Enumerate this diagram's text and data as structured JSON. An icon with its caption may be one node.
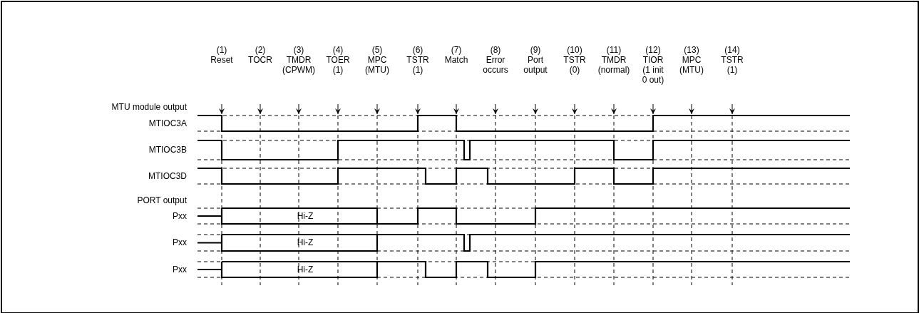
{
  "diagram": {
    "labels": [
      "(1)",
      "Reset",
      "(2)",
      "TOCR",
      "(3)",
      "TMDR",
      "(CPWM)",
      "(4)",
      "TOER",
      "(1)",
      "(5)",
      "MPC",
      "(MTU)",
      "(6)",
      "TSTR",
      "(1)",
      "(7)",
      "Match",
      "(8)",
      "Error occurs",
      "(9)",
      "Port output",
      "(10)",
      "TSTR",
      "(0)",
      "(11)",
      "TMDR",
      "(normal)",
      "(12)",
      "TIOR",
      "(1 init 0 out)",
      "(13)",
      "MPC",
      "(MTU)",
      "(14)",
      "TSTR",
      "(1)",
      "MTU module output",
      "MTIOC3A",
      "MTIOC3B",
      "MTIOC3D",
      "PORT output",
      "Pxx",
      "Hi-Z",
      "Pxx",
      "Hi-Z",
      "Pxx",
      "Hi-Z"
    ]
  }
}
